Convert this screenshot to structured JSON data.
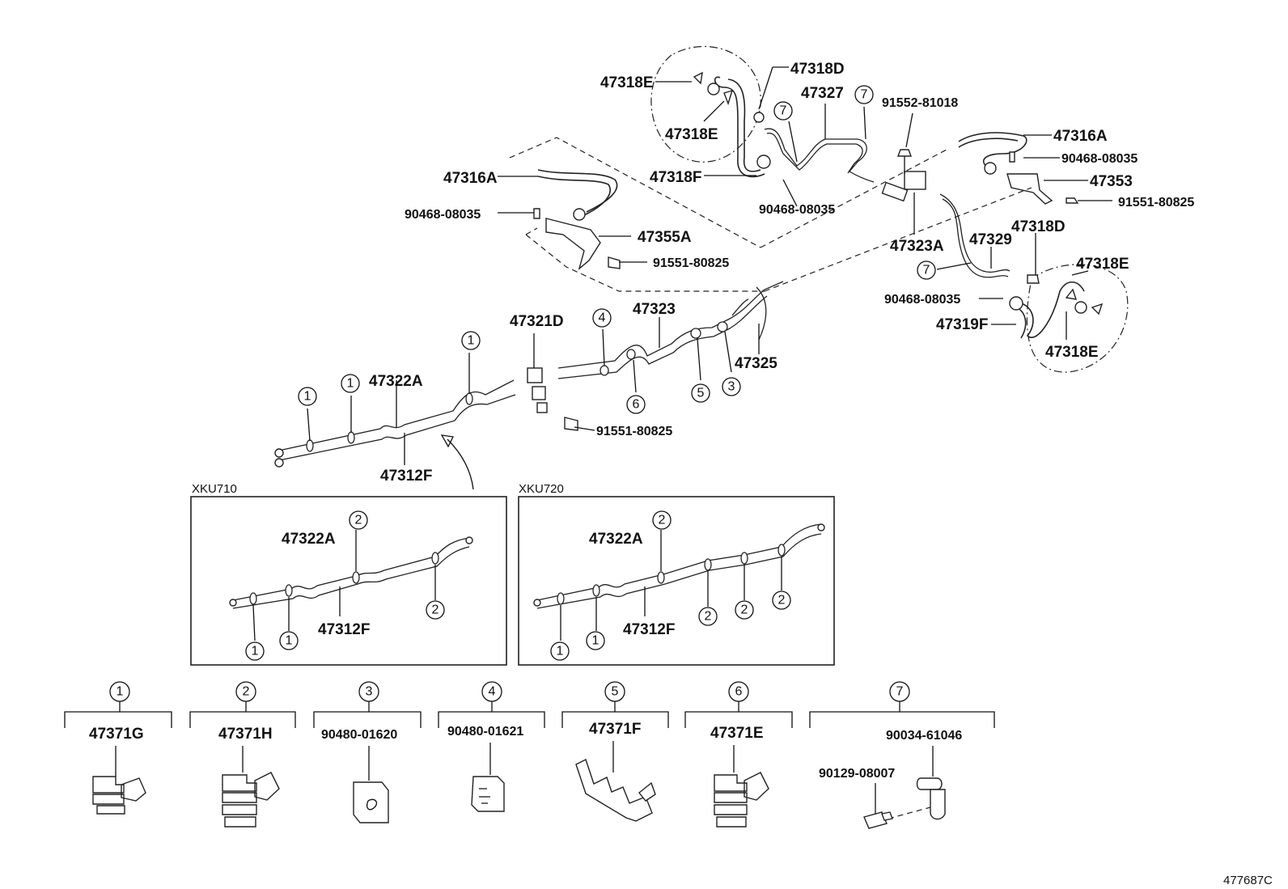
{
  "labels": {
    "l_47318E_a": "47318E",
    "l_47318D_a": "47318D",
    "l_47327": "47327",
    "l_91552_81018": "91552-81018",
    "l_47318E_b": "47318E",
    "l_47316A_r": "47316A",
    "l_90468_08035_r": "90468-08035",
    "l_47318F": "47318F",
    "l_47353": "47353",
    "l_47316A_l": "47316A",
    "l_90468_08035_m": "90468-08035",
    "l_91551_80825_r": "91551-80825",
    "l_90468_08035_l": "90468-08035",
    "l_47323A": "47323A",
    "l_47329": "47329",
    "l_47318D_b": "47318D",
    "l_47355A": "47355A",
    "l_91551_80825_m": "91551-80825",
    "l_47318E_c": "47318E",
    "l_90468_08035_b": "90468-08035",
    "l_47319F": "47319F",
    "l_47323": "47323",
    "l_47321D": "47321D",
    "l_47318E_d": "47318E",
    "l_47325": "47325",
    "l_47322A": "47322A",
    "l_91551_80825_b": "91551-80825",
    "l_47312F": "47312F",
    "xku710_47322A": "47322A",
    "xku710_47312F": "47312F",
    "xku720_47322A": "47322A",
    "xku720_47312F": "47312F"
  },
  "variants": {
    "xku710": "XKU710",
    "xku720": "XKU720"
  },
  "callouts": {
    "c1": "1",
    "c2": "2",
    "c3": "3",
    "c4": "4",
    "c5": "5",
    "c6": "6",
    "c7": "7"
  },
  "legend": [
    {
      "num": "1",
      "parts": [
        "47371G"
      ]
    },
    {
      "num": "2",
      "parts": [
        "47371H"
      ]
    },
    {
      "num": "3",
      "parts": [
        "90480-01620"
      ]
    },
    {
      "num": "4",
      "parts": [
        "90480-01621"
      ]
    },
    {
      "num": "5",
      "parts": [
        "47371F"
      ]
    },
    {
      "num": "6",
      "parts": [
        "47371E"
      ]
    },
    {
      "num": "7",
      "parts": [
        "90034-61046",
        "90129-08007"
      ]
    }
  ],
  "drawing_number": "477687C"
}
